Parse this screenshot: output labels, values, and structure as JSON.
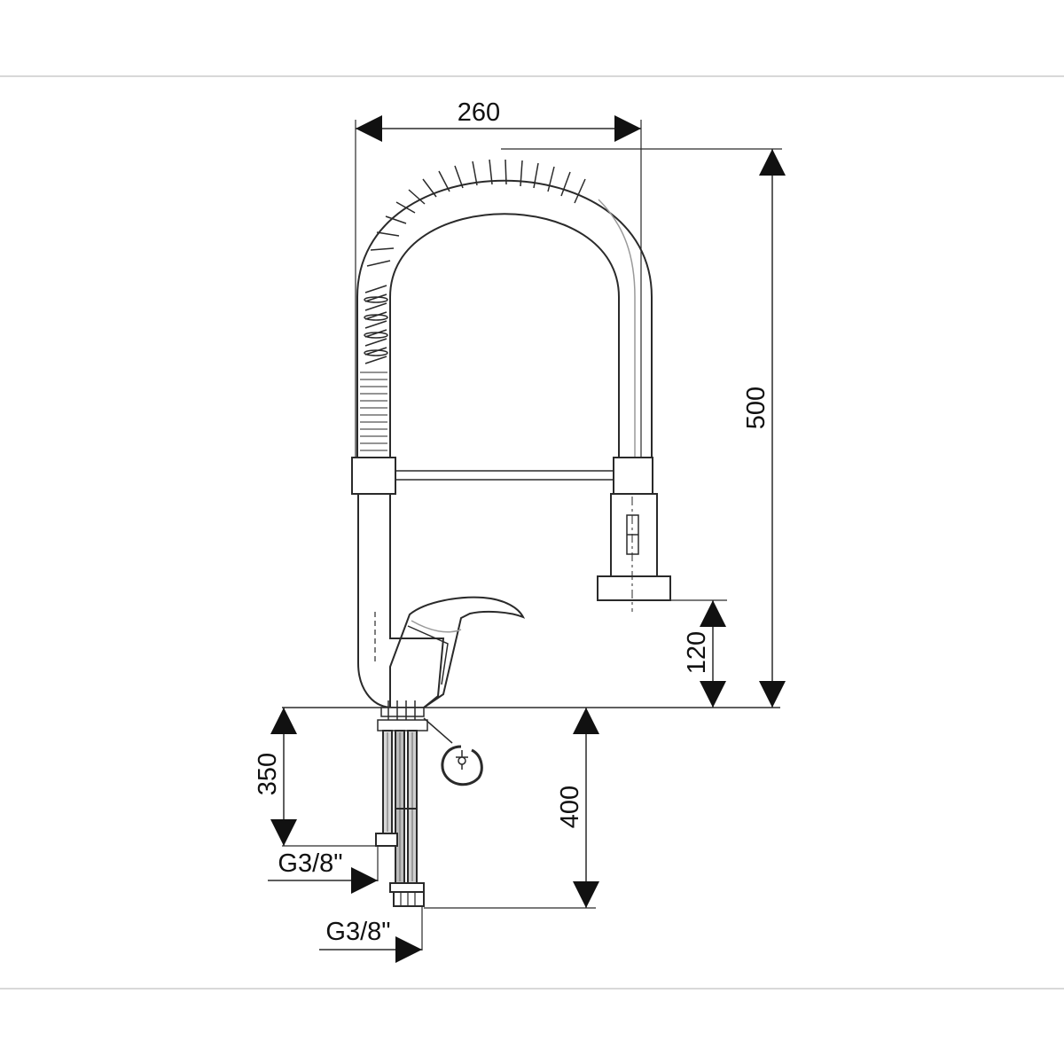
{
  "dimensions": {
    "width": "260",
    "height": "500",
    "spout_clearance": "120",
    "below_deck_length": "350",
    "hose_length": "400"
  },
  "connections": {
    "inlet_one": "G3/8\"",
    "inlet_two": "G3/8\""
  },
  "colors": {
    "line": "#2a2a2a",
    "text": "#111111",
    "frame": "#cccccc"
  }
}
